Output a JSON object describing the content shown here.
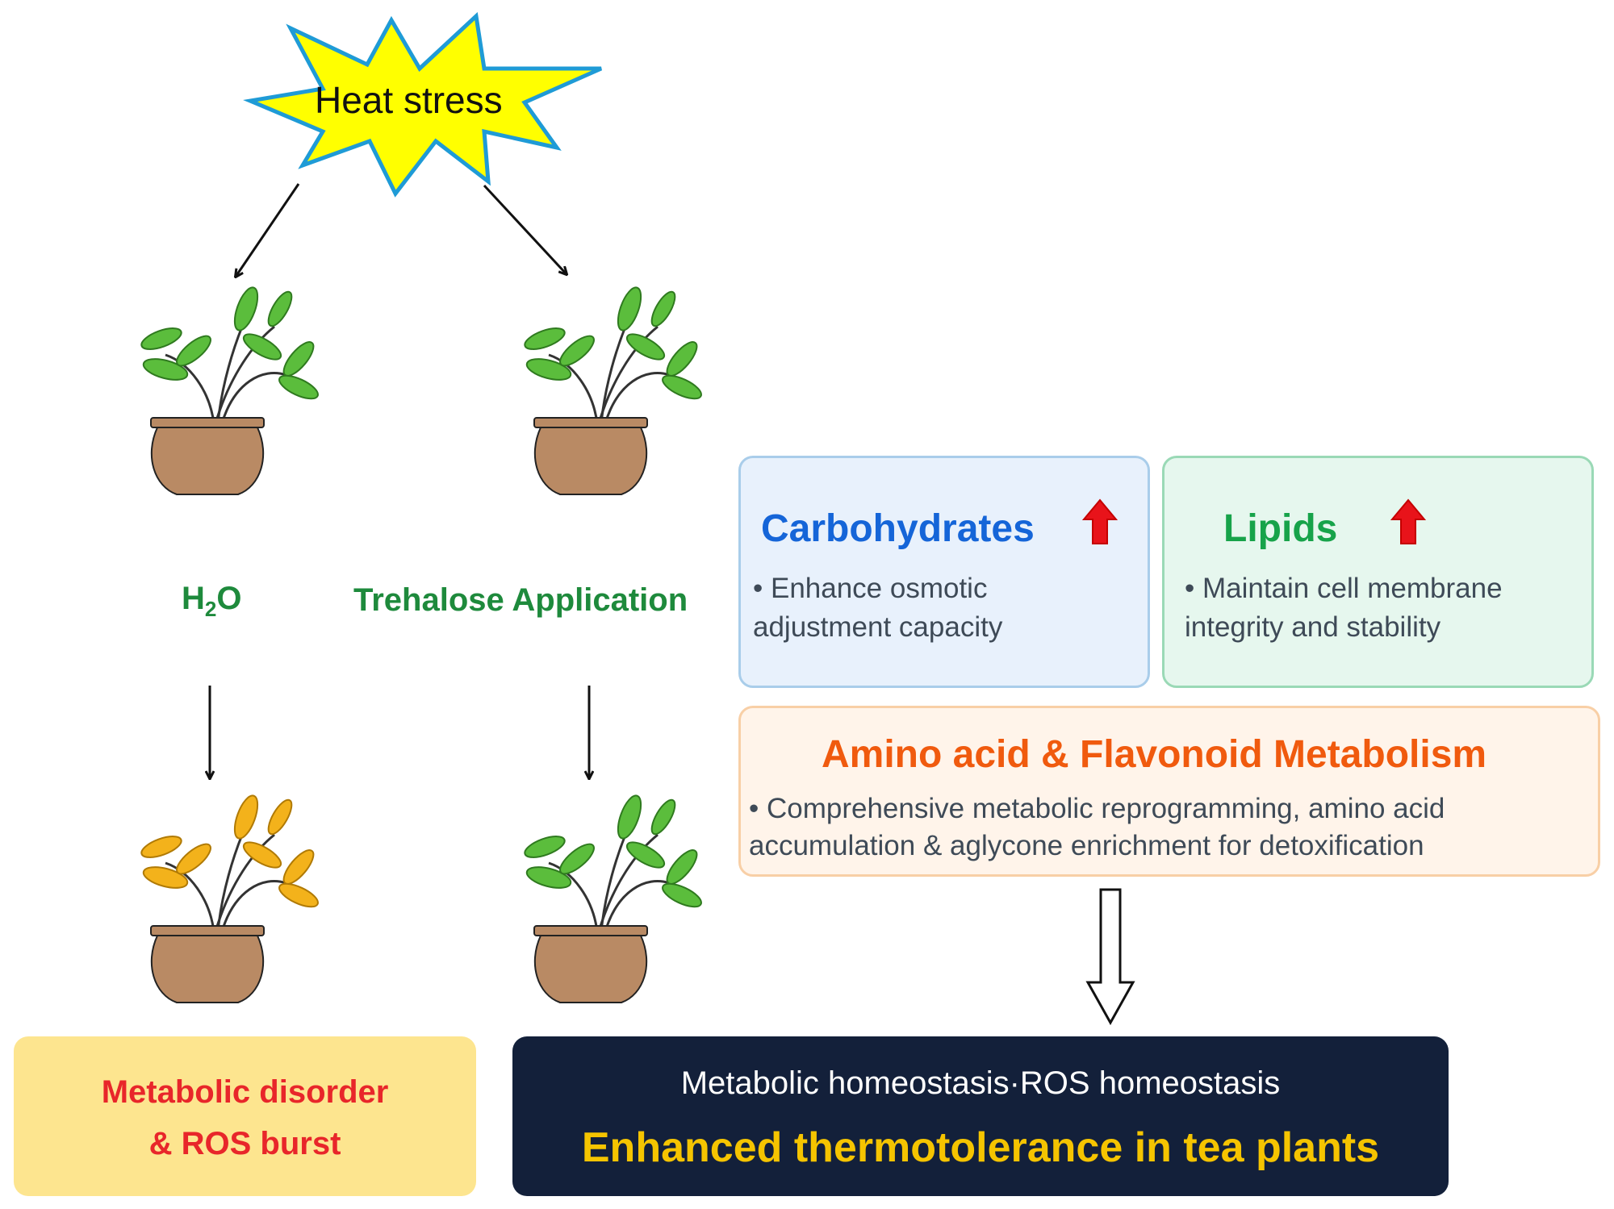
{
  "stress": {
    "label": "Heat stress"
  },
  "treatments": {
    "water": {
      "formula_main": "H",
      "formula_sub": "2",
      "formula_tail": "O"
    },
    "trehalose": {
      "label": "Trehalose Application"
    }
  },
  "plants": {
    "water_before": {
      "leaf_state": "healthy-green"
    },
    "trehalose_before": {
      "leaf_state": "healthy-green"
    },
    "water_after": {
      "leaf_state": "yellowed"
    },
    "trehalose_after": {
      "leaf_state": "healthy-green"
    }
  },
  "boxes": {
    "carbohydrates": {
      "title": "Carbohydrates",
      "text": "• Enhance osmotic adjustment capacity",
      "trend": "up"
    },
    "lipids": {
      "title": "Lipids",
      "text": "• Maintain cell membrane integrity and stability",
      "trend": "up"
    },
    "amino": {
      "title": "Amino acid & Flavonoid Metabolism",
      "text": "• Comprehensive metabolic reprogramming, amino acid accumulation & aglycone enrichment for detoxification"
    }
  },
  "outcomes": {
    "negative": {
      "line1": "Metabolic disorder",
      "line2": "& ROS burst"
    },
    "positive": {
      "subtitle": "Metabolic homeostasis·ROS homeostasis",
      "title": "Enhanced thermotolerance in tea plants"
    }
  },
  "colors": {
    "burst_fill": "#ffff00",
    "burst_stroke": "#1f9bd6",
    "green_text": "#1e8a3c",
    "carb_title": "#1565d8",
    "lipid_title": "#17a34a",
    "amino_title": "#f05a0e",
    "red_text": "#e8262a",
    "gold_text": "#f5c400",
    "leaf_green": "#5bbd3c",
    "leaf_yellow": "#f3b21b",
    "pot": "#b98a64"
  }
}
